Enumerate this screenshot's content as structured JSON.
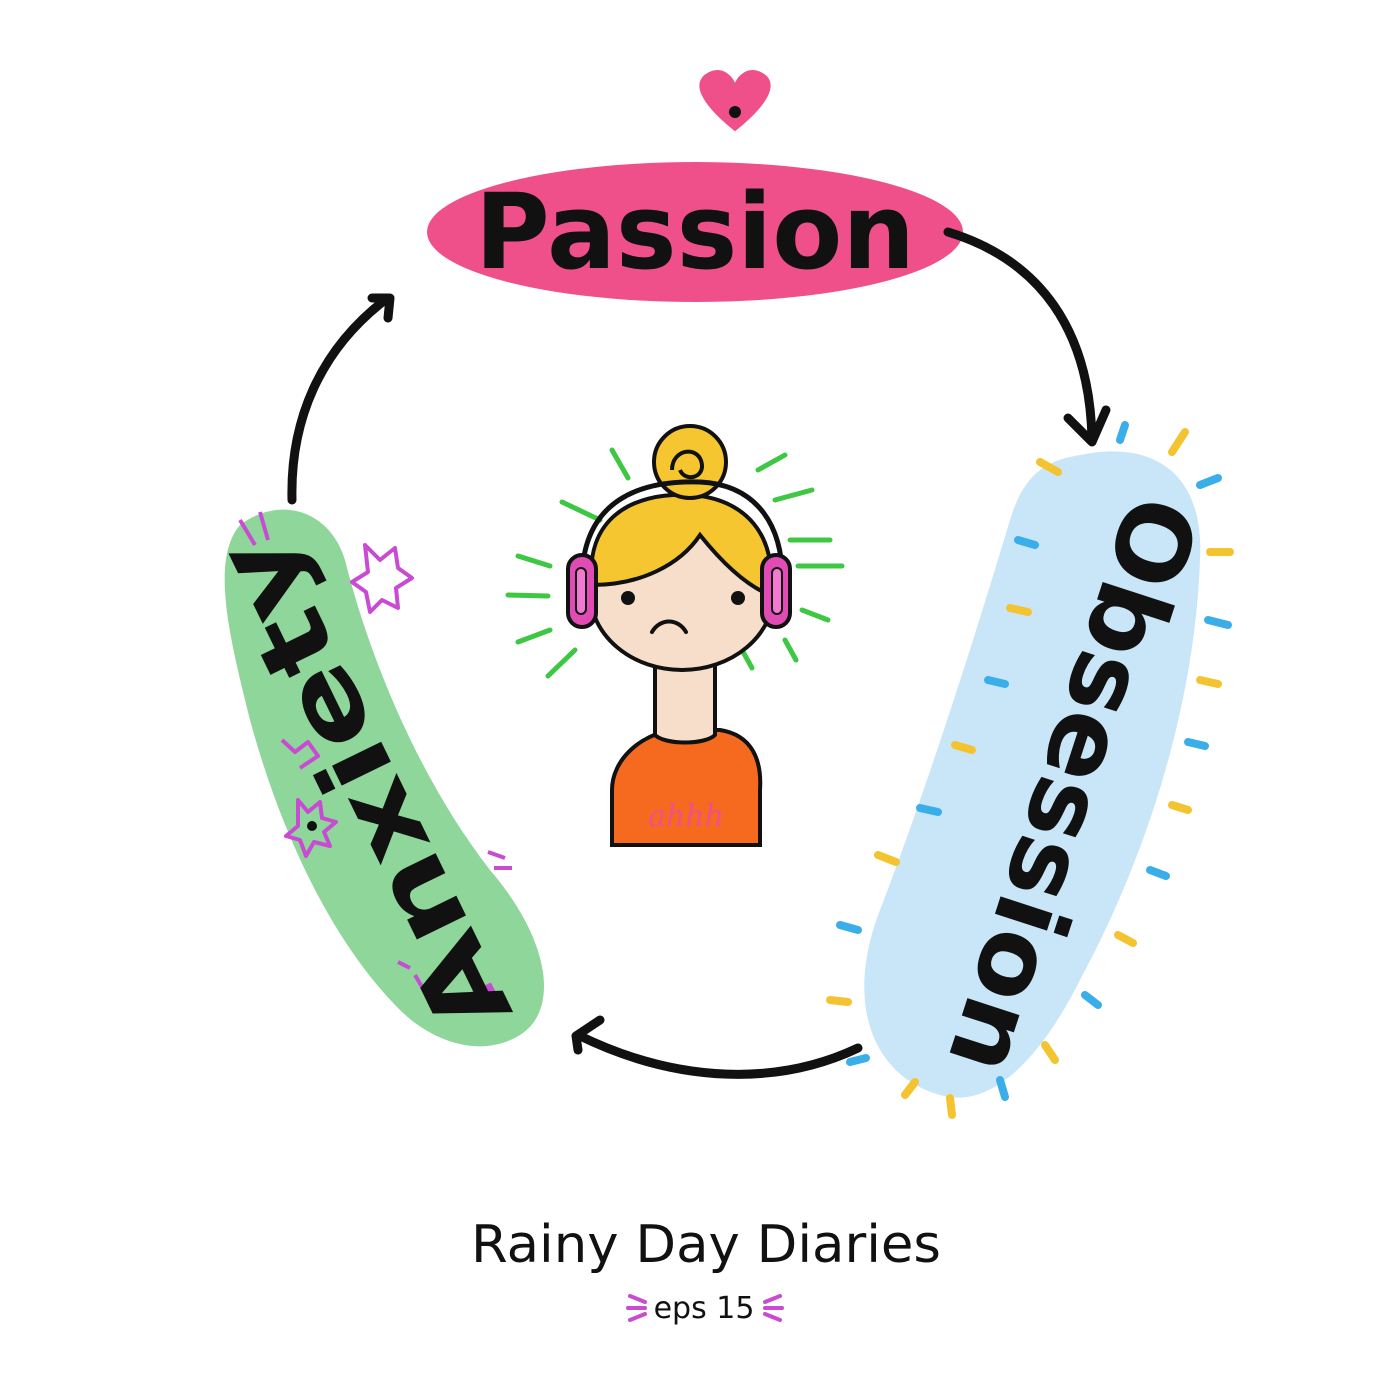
{
  "cycle": {
    "stages": [
      {
        "label": "Passion",
        "color": "#f0508a"
      },
      {
        "label": "Obsession",
        "color": "#c9e6f8"
      },
      {
        "label": "Anxiety",
        "color": "#8fd69a"
      }
    ],
    "arrow_color": "#111111"
  },
  "center": {
    "shirt_text": "ahhh",
    "hair_color": "#f6c630",
    "shirt_color": "#f56a1e",
    "headphone_color": "#e04cb4",
    "skin_color": "#f6decb",
    "burst_color": "#3dc742"
  },
  "footer": {
    "title": "Rainy Day Diaries",
    "episode": "eps 15"
  },
  "colors": {
    "passion_accent": "#ff8a1a",
    "obsession_dash_blue": "#3aaee8",
    "obsession_dash_yellow": "#f4c330",
    "anxiety_accent": "#c94bd3"
  }
}
